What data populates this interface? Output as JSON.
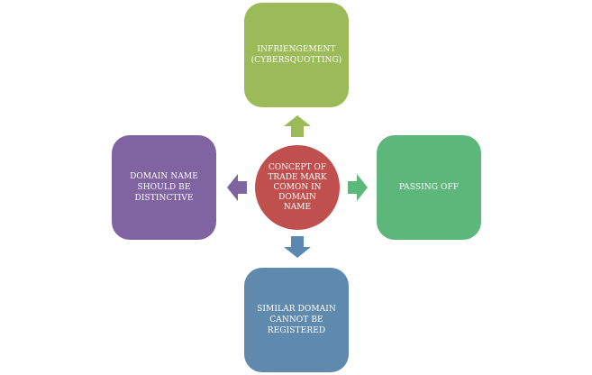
{
  "center": {
    "text": "CONCEPT OF\nTRADE MARK\nCOMON IN\nDOMAIN\nNAME",
    "color": "#c0504d"
  },
  "top": {
    "text": "INFRIENGEMENT\n(CYBERSQUOTTING)",
    "color": "#9bbb59",
    "arrow_color": "#9bbb59"
  },
  "right": {
    "text": "PASSING OFF",
    "color": "#5db77a",
    "arrow_color": "#5db77a"
  },
  "bottom": {
    "text": "SIMILAR DOMAIN\nCANNOT BE\nREGISTERED",
    "color": "#5f8aad",
    "arrow_color": "#5b87b0"
  },
  "left": {
    "text": "DOMAIN NAME\nSHOULD  BE\nDISTINCTIVE",
    "color": "#8064a2",
    "arrow_color": "#8064a2"
  }
}
